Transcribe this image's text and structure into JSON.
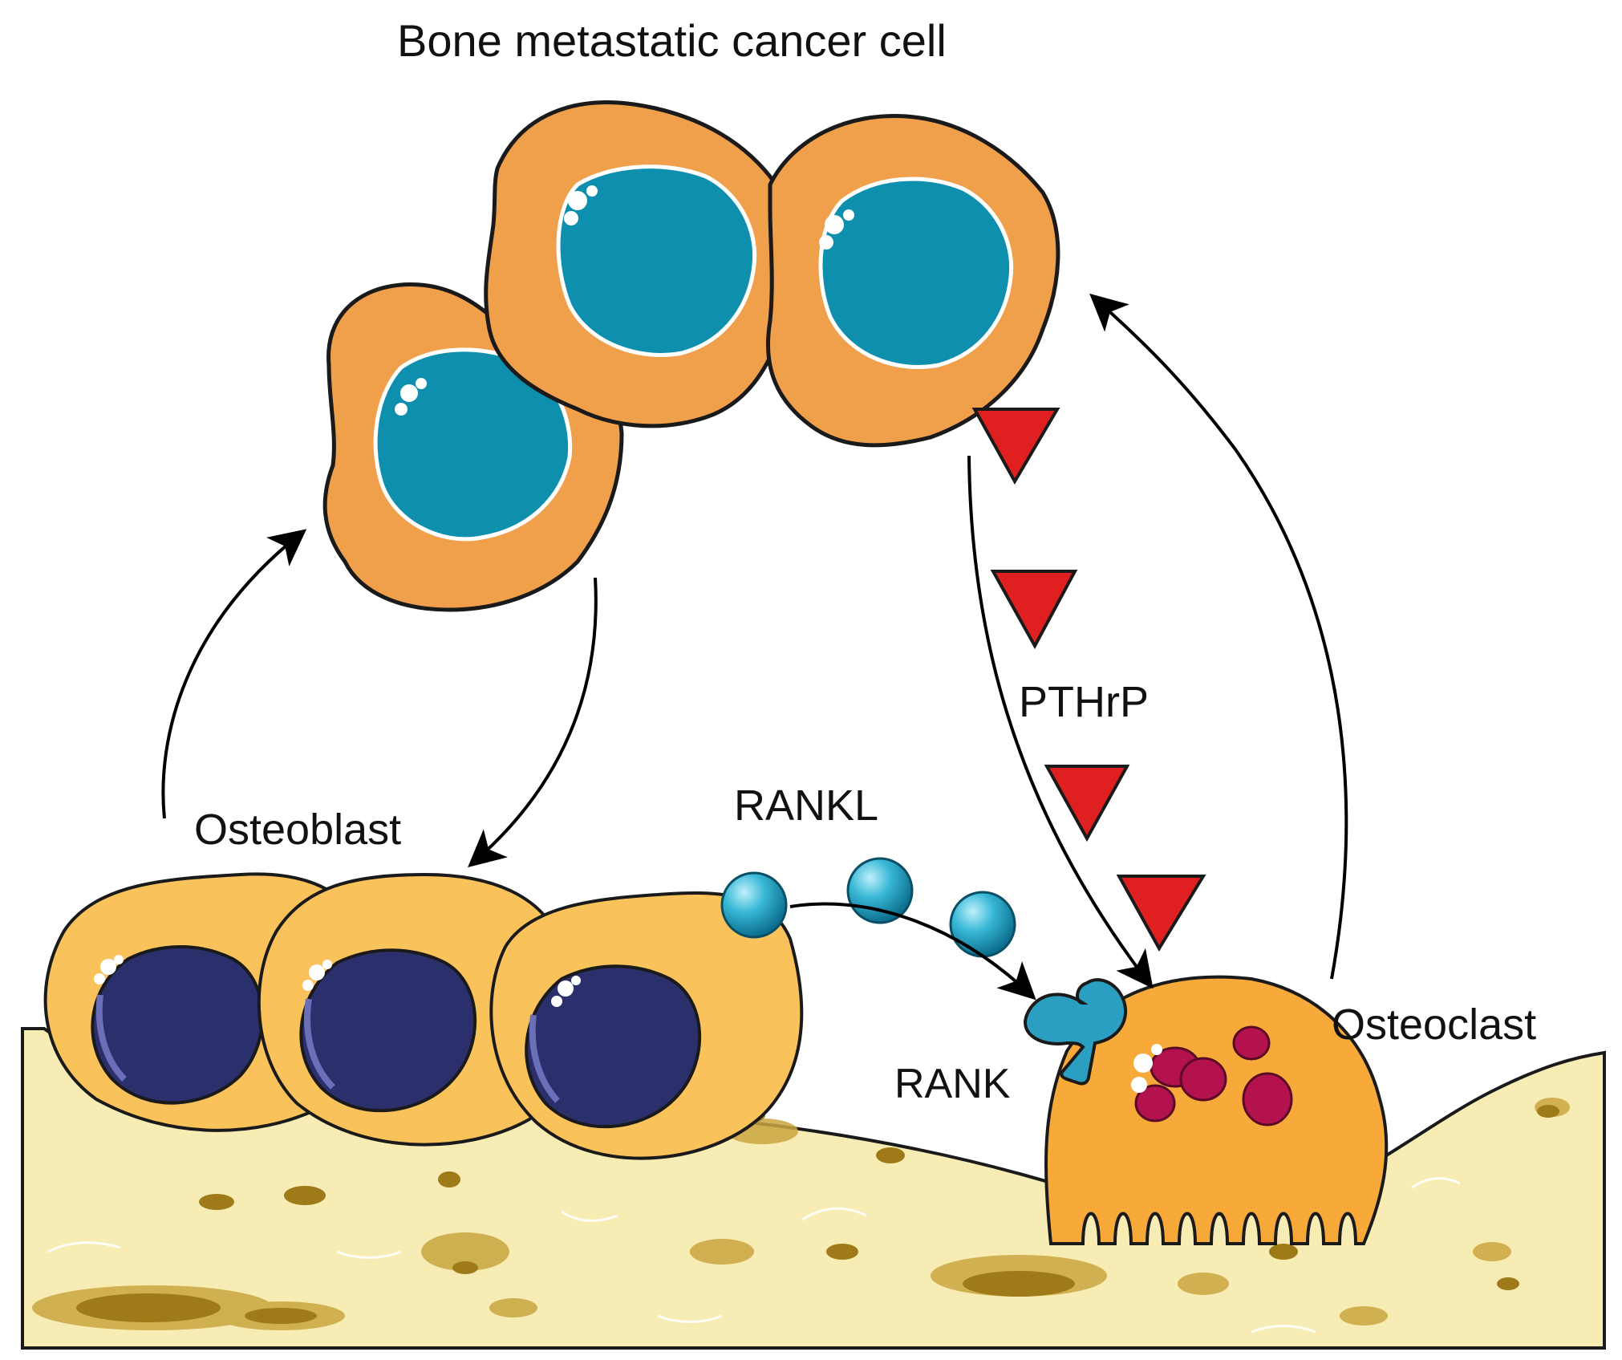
{
  "diagram": {
    "title": "Bone metastatic cancer cell",
    "labels": {
      "osteoblast": "Osteoblast",
      "osteoclast": "Osteoclast",
      "rankl": "RANKL",
      "rank": "RANK",
      "pthrp": "PTHrP"
    },
    "colors": {
      "cancer_cell": "#F0A04B",
      "cancer_cell_edge": "#E07E1E",
      "cancer_nucleus": "#0E8FAE",
      "osteoblast_cell": "#F9C25B",
      "osteoblast_nucleus": "#2B2F6B",
      "osteoclast_cell": "#F7A93A",
      "osteoclast_granule": "#B3124F",
      "bone_matrix": "#F6ECB4",
      "pthrp_marker": "#E02020",
      "rankl_marker": "#22A6C6",
      "rank_receptor": "#2A9FC2"
    }
  }
}
